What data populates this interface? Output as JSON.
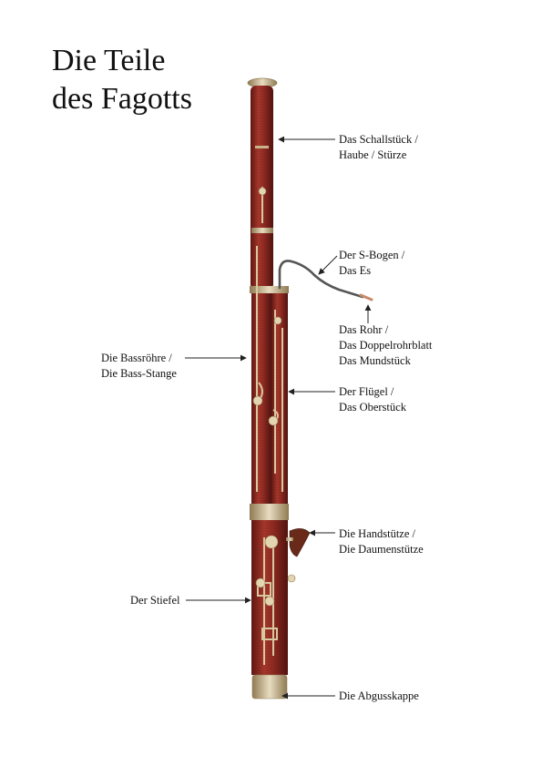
{
  "title": {
    "line1": "Die Teile",
    "line2": "des Fagotts"
  },
  "labels": {
    "schallstueck": [
      "Das Schallstück /",
      "Haube / Stürze"
    ],
    "s_bogen": [
      "Der S-Bogen /",
      "Das Es"
    ],
    "rohr": [
      "Das Rohr /",
      "Das Doppelrohrblatt",
      "Das Mundstück"
    ],
    "bassroehre": [
      "Die Bassröhre /",
      "Die Bass-Stange"
    ],
    "fluegel": [
      "Der Flügel /",
      "Das Oberstück"
    ],
    "handstuetze": [
      "Die Handstütze /",
      "Die Daumenstütze"
    ],
    "stiefel": [
      "Der Stiefel"
    ],
    "abgusskappe": [
      "Die Abgusskappe"
    ]
  },
  "colors": {
    "wood": "#8e2a22",
    "wood_dark": "#5e1712",
    "wood_light": "#b04a3a",
    "metal": "#c9b48a",
    "metal_dark": "#8f7a52",
    "line": "#222222",
    "bocal": "#555555"
  }
}
